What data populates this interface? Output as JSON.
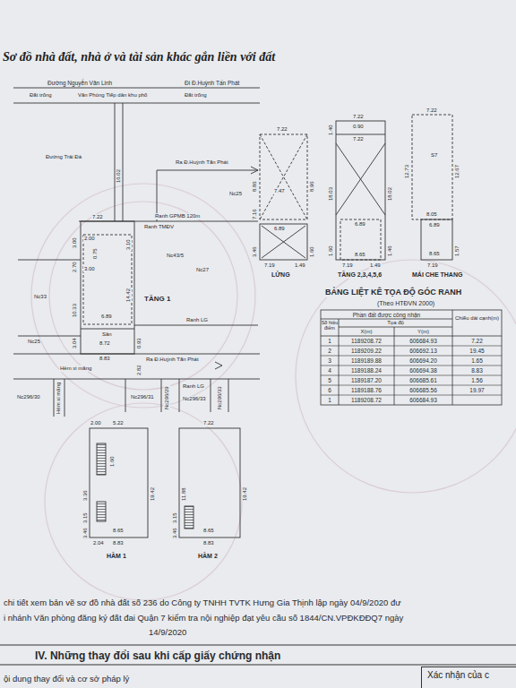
{
  "diagram": {
    "title": "Sơ đồ nhà đất, nhà ở và tài sản khác gắn liền với đất",
    "nodes": [
      {
        "text": [
          "Xác nhận của c"
        ]
      }
    ],
    "labels": [
      "Đường Nguyễn Văn Linh",
      "Đi Đ.Huỳnh Tấn Phát",
      "Đất trống",
      "Văn Phòng Tiếp dân khu phố",
      "Đất trống",
      "Ra Đ.Huỳnh Tấn Phát",
      "Đường Trải Đá",
      "16.02",
      "Nc25",
      "7.22",
      "Ranh GPMB 120m",
      "Ranh TMĐV",
      "3.00",
      "2.00",
      "0.75",
      "2.70",
      "3.00",
      "3.10",
      "Nc43/5",
      "Nc27",
      "14.42",
      "Nc33",
      "TẦNG 1",
      "10.33",
      "6.89",
      "Nc25",
      "3.04",
      "Sân",
      "8.72",
      "0.93",
      "Ranh LG",
      "2.82",
      "8.83",
      "Ra Đ.Huỳnh Tấn Phát",
      "Hẻm xi măng",
      "Nc296/29",
      "Ranh LG",
      "Nc296/33",
      "Hẻm xi măng",
      "Nc296/31",
      "Nc296/33",
      "Nc296/30",
      "2.00",
      "5.22",
      "1.60",
      "19.42",
      "3.36",
      "3.15",
      "3.46",
      "8.65",
      "2.04",
      "8.83",
      "HẦM 1",
      "7.22",
      "11.88",
      "19.42",
      "3.15",
      "3.46",
      "8.65",
      "8.83",
      "HẦM 2",
      "7.22",
      "8.86",
      "8.96",
      "7.47",
      "7.16",
      "6.89",
      "3.46",
      "1.60",
      "7.19",
      "1.49",
      "LỬNG",
      "7.22",
      "1.40",
      "0.90",
      "7.22",
      "18.03",
      "18.02",
      "6.89",
      "1.60",
      "1.46",
      "7.19",
      "1.49",
      "8.65",
      "TẦNG 2,3,4,5,6",
      "7.22",
      "12.73",
      "12.67",
      "S7",
      "8.05",
      "6.89",
      "1.57",
      "7.19",
      "8.65",
      "MÁI CHE THANG",
      "BẢNG LIỆT KÊ TỌA ĐỘ GÓC RANH",
      "(Theo HTĐVN 2000)",
      "Phần đất được công nhận",
      "Số hiệu điểm",
      "Tọa độ",
      "X(m)",
      "Y(m)",
      "Chiều dài cạnh(m)",
      "1",
      "1189208.72",
      "606684.93",
      "7.22",
      "2",
      "1189209.22",
      "606692.13",
      "19.45",
      "3",
      "1189189.88",
      "606694.20",
      "1.65",
      "4",
      "1189188.24",
      "606694.38",
      "8.83",
      "5",
      "1189187.20",
      "606685.61",
      "1.56",
      "6",
      "1189188.76",
      "606685.56",
      "19.97",
      "1",
      "1189208.72",
      "606684.93",
      "chi tiết xem bản vẽ sơ đồ nhà đất số 236 do Công ty TNHH TVTK Hưng Gia Thịnh lập ngày 04/9/2020 đư",
      "i nhánh Văn phòng đăng ký đất đai Quận 7 kiểm tra nội nghiệp đạt yêu cầu số 1844/CN.VPĐKĐĐQ7 ngày",
      "14/9/2020",
      "IV. Những thay đổi sau khi cấp giấy chứng nhận",
      "ội dung thay đổi và cơ sở pháp lý"
    ]
  }
}
